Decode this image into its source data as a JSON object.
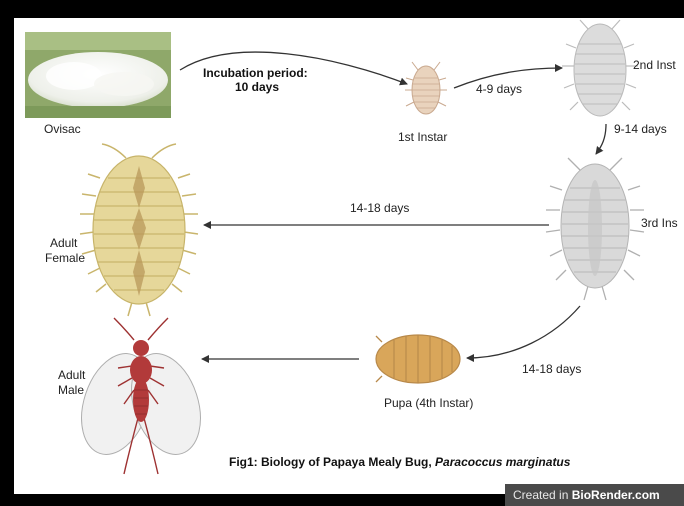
{
  "labels": {
    "incubation_line1": "Incubation period:",
    "incubation_line2": "10 days",
    "ovisac": "Ovisac",
    "first_instar": "1st Instar",
    "second_instar": "2nd Inst",
    "third_instar": "3rd Ins",
    "pupa": "Pupa (4th Instar)",
    "adult_female_line1": "Adult",
    "adult_female_line2": "Female",
    "adult_male_line1": "Adult",
    "adult_male_line2": "Male"
  },
  "durations": {
    "first_to_second": "4-9 days",
    "second_to_third": "9-14 days",
    "third_to_female": "14-18 days",
    "third_to_pupa": "14-18 days"
  },
  "caption": {
    "prefix": "Fig1: Biology of Papaya Mealy Bug, ",
    "species": "Paracoccus marginatus"
  },
  "watermark": {
    "prefix": "Created in ",
    "brand": "BioRender.com"
  },
  "colors": {
    "arrow": "#333333",
    "female_body": "#e6d79a",
    "male_body": "#b23a3a",
    "pupa_body": "#d9a65a",
    "instar_body": "#e9d3bd",
    "nymph_gray": "#d2d2d2"
  }
}
